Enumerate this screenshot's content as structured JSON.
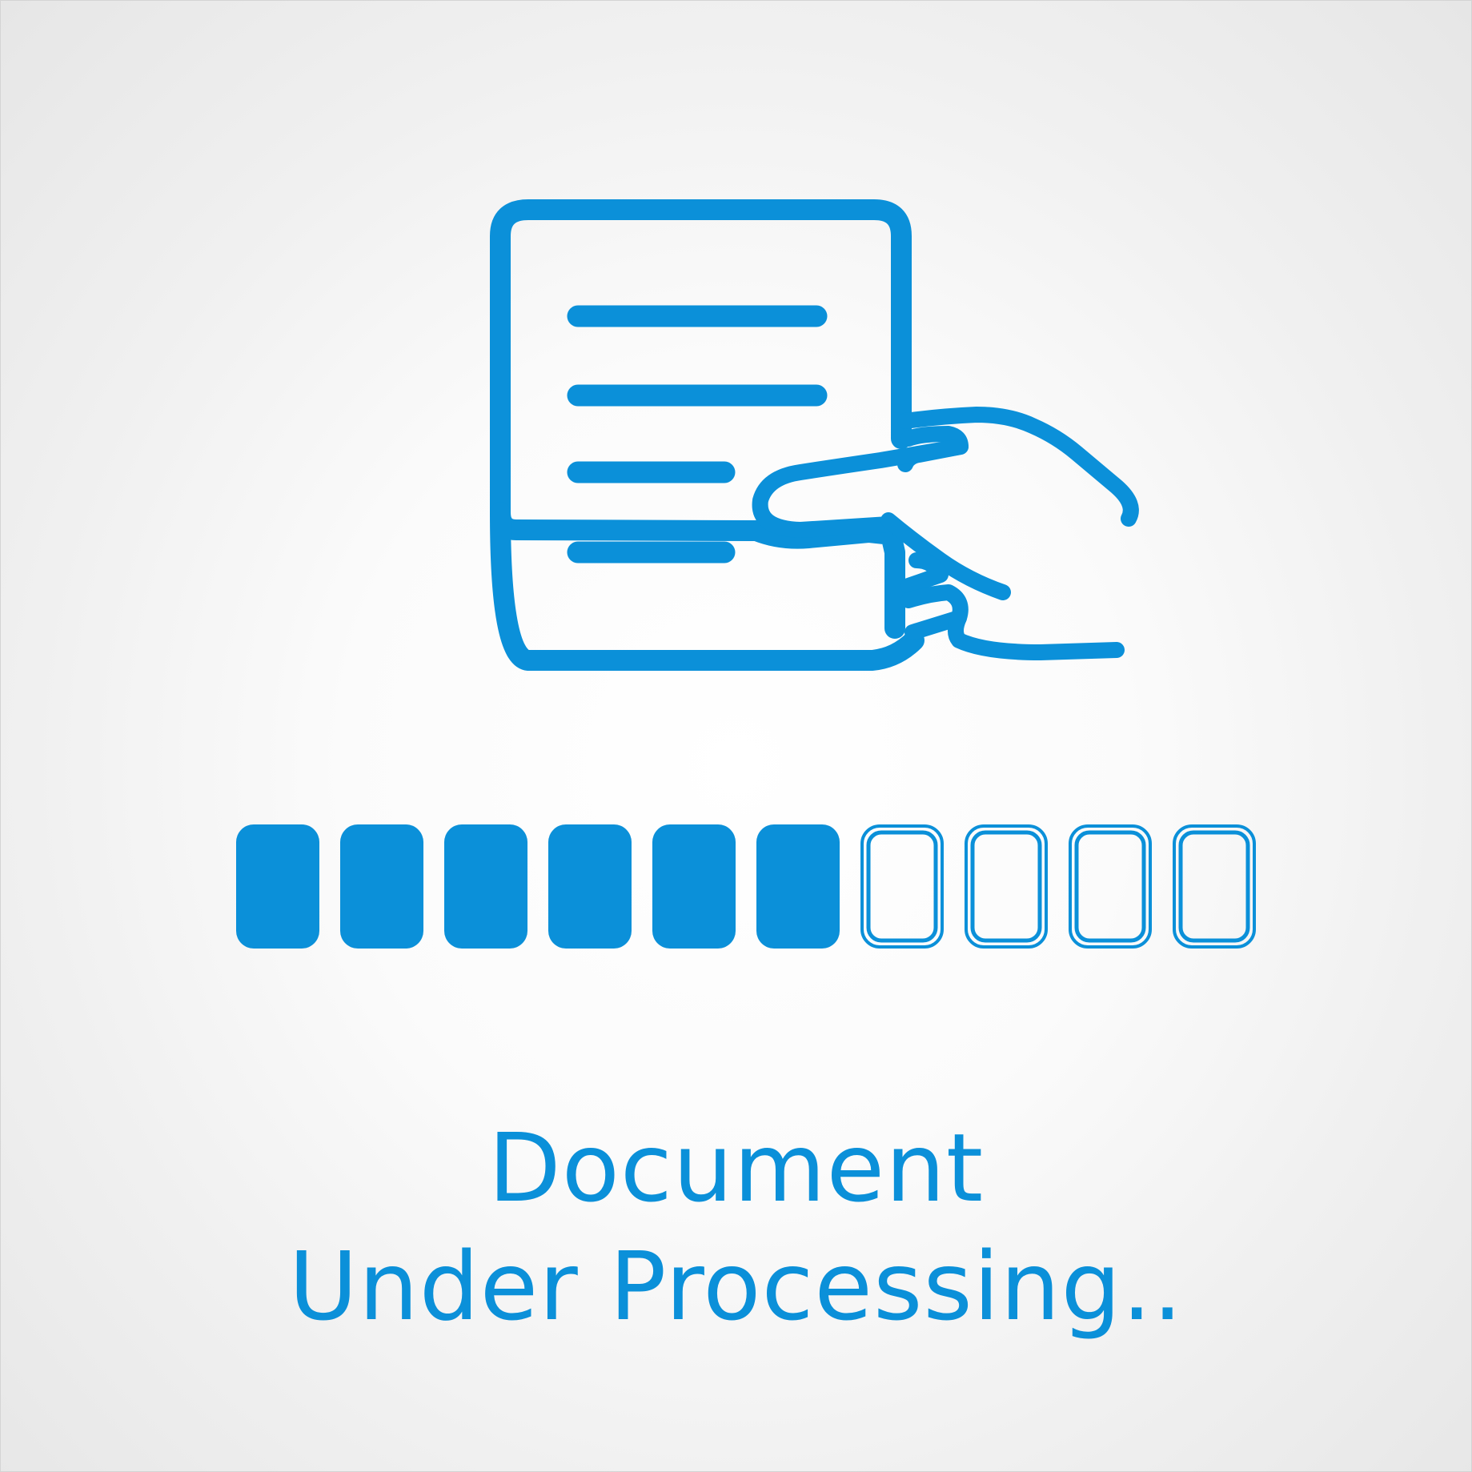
{
  "colors": {
    "accent": "#0b90d9",
    "background": "#f5f5f5"
  },
  "illustration": {
    "icon": "document-hand-icon",
    "document_lines": 4
  },
  "progress": {
    "total_segments": 10,
    "filled_segments": 6,
    "fraction": 0.6
  },
  "caption": {
    "line1": "Document",
    "line2": "Under Processing.."
  }
}
